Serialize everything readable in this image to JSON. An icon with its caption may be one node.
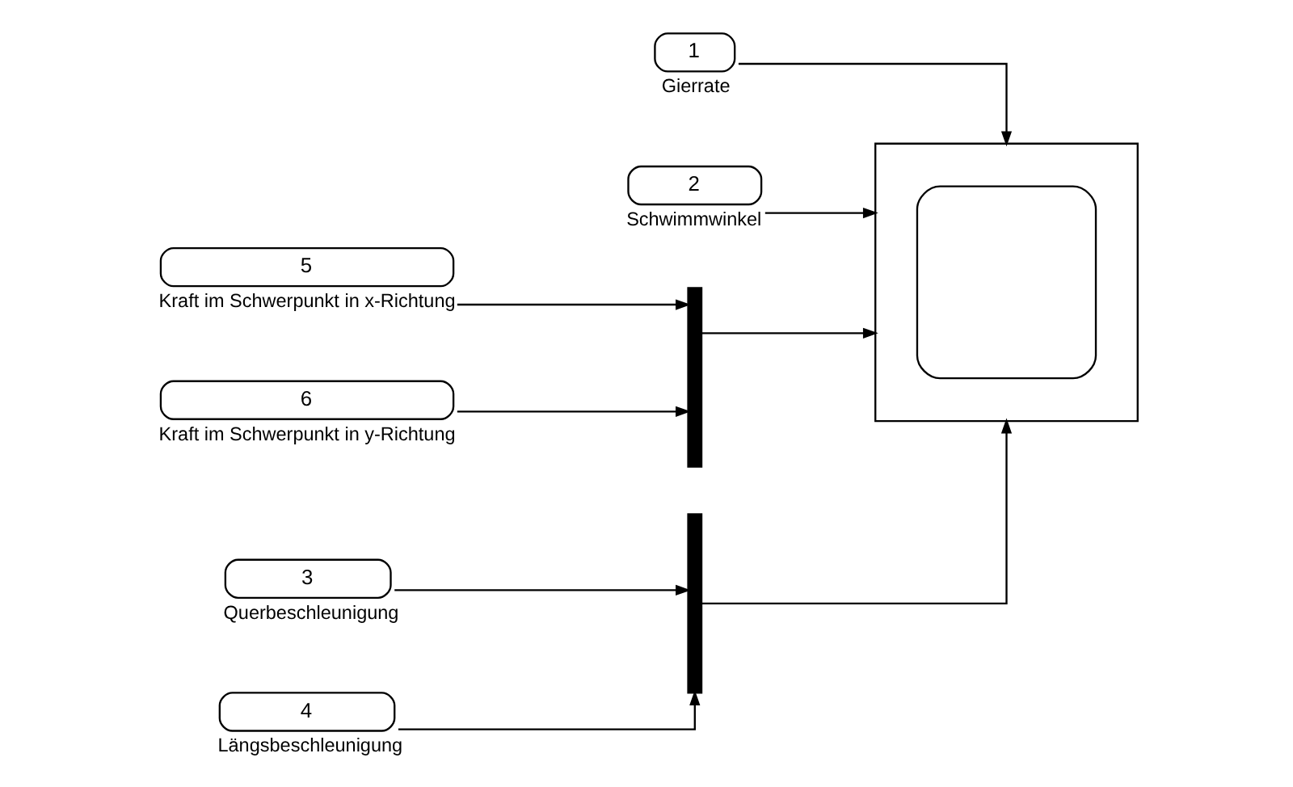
{
  "diagram": {
    "nodes": [
      {
        "text": [
          "1"
        ],
        "beside": [
          "Gierrate"
        ]
      },
      {
        "text": [
          "2"
        ],
        "beside": [
          "Schwimmwinkel"
        ]
      },
      {
        "text": [
          "5"
        ],
        "beside": [
          "Kraft im Schwerpunkt in x-Richtung"
        ]
      },
      {
        "text": [
          "6"
        ],
        "beside": [
          "Kraft im Schwerpunkt in y-Richtung"
        ]
      },
      {
        "text": [
          "3"
        ],
        "beside": [
          "Querbeschleunigung"
        ]
      },
      {
        "text": [
          "4"
        ],
        "beside": [
          "Längsbeschleunigung"
        ]
      },
      {
        "text": [],
        "shape": "bar"
      },
      {
        "text": [],
        "shape": "bar"
      },
      {
        "text": [],
        "shape": "box"
      },
      {
        "text": [],
        "shape": "box",
        "in": 8
      }
    ],
    "edges": [
      {
        "from": 0,
        "to": 8,
        "arrow": "to"
      },
      {
        "from": 1,
        "to": 8,
        "arrow": "to"
      },
      {
        "from": 2,
        "to": 6,
        "arrow": "to"
      },
      {
        "from": 3,
        "to": 6,
        "arrow": "to"
      },
      {
        "from": 6,
        "to": 8,
        "arrow": "to"
      },
      {
        "from": 4,
        "to": 7,
        "arrow": "to"
      },
      {
        "from": 5,
        "to": 7,
        "arrow": "to"
      },
      {
        "from": 7,
        "to": 8,
        "arrow": "to"
      }
    ]
  }
}
